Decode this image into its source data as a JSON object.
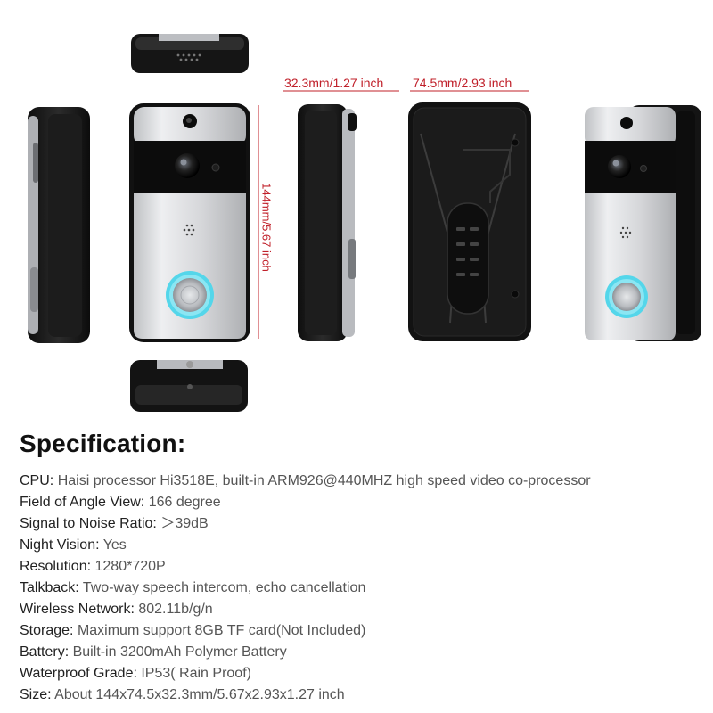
{
  "dimensions": {
    "depth": "32.3mm/1.27 inch",
    "width": "74.5mm/2.93 inch",
    "height": "144mm/5.67 inch"
  },
  "colors": {
    "dimension": "#c0202a",
    "body_black": "#1a1a1a",
    "faceplate_silver": "#d9dadc",
    "ring_cyan": "#52d4e8"
  },
  "spec": {
    "title": "Specification:",
    "rows": [
      {
        "key": "CPU:",
        "value": "Haisi processor Hi3518E, built-in ARM926@440MHZ high speed video co-processor"
      },
      {
        "key": "Field of Angle View:",
        "value": "166 degree"
      },
      {
        "key": "Signal to Noise Ratio:",
        "value": "＞39dB"
      },
      {
        "key": "Night Vision:",
        "value": "Yes"
      },
      {
        "key": "Resolution:",
        "value": "1280*720P"
      },
      {
        "key": "Talkback:",
        "value": "Two-way speech intercom, echo cancellation"
      },
      {
        "key": "Wireless Network:",
        "value": "802.11b/g/n"
      },
      {
        "key": "Storage:",
        "value": "Maximum support 8GB TF card(Not Included)"
      },
      {
        "key": "Battery:",
        "value": "Built-in 3200mAh Polymer Battery"
      },
      {
        "key": "Waterproof Grade:",
        "value": "IP53( Rain Proof)"
      },
      {
        "key": "Size:",
        "value": "About 144x74.5x32.3mm/5.67x2.93x1.27 inch"
      }
    ]
  }
}
